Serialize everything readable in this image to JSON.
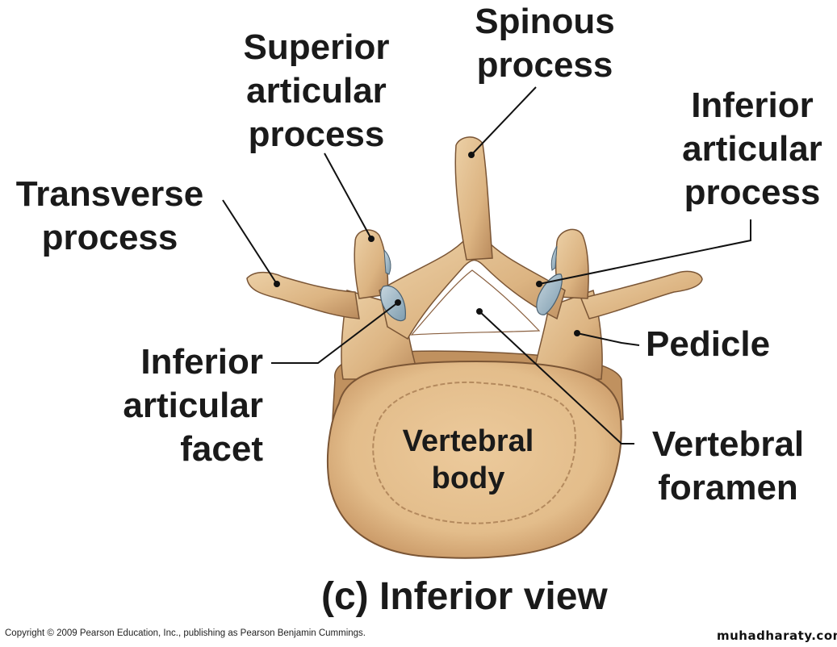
{
  "figure": {
    "view": "Inferior view",
    "panel": "(c)",
    "caption": "(c) Inferior view",
    "colors": {
      "bone": "#e2bf8f",
      "bone_shadow": "#b08155",
      "bone_outline": "#7a5535",
      "facet": "#9fb8c8",
      "leader_line": "#111111"
    },
    "labels": {
      "spinous_process": [
        "Spinous",
        "process"
      ],
      "superior_articular_process": [
        "Superior",
        "articular",
        "process"
      ],
      "inferior_articular_process": [
        "Inferior",
        "articular",
        "process"
      ],
      "transverse_process": [
        "Transverse",
        "process"
      ],
      "pedicle": [
        "Pedicle"
      ],
      "inferior_articular_facet": [
        "Inferior",
        "articular",
        "facet"
      ],
      "vertebral_body": [
        "Vertebral",
        "body"
      ],
      "vertebral_foramen": [
        "Vertebral",
        "foramen"
      ]
    }
  },
  "footer": {
    "copyright": "Copyright © 2009 Pearson Education, Inc., publishing as Pearson Benjamin Cummings.",
    "watermark": "muhadharaty.com"
  }
}
